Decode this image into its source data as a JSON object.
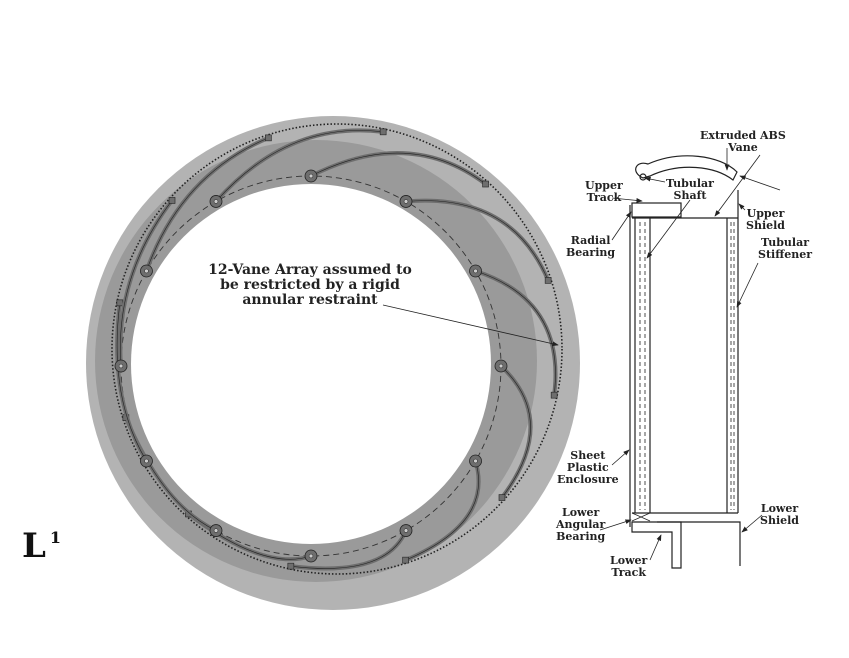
{
  "figure_label": {
    "letter": "L",
    "superscript": "1"
  },
  "ring": {
    "annotation": [
      "12-Vane Array assumed to",
      "be restricted by a rigid",
      "annular restraint"
    ],
    "vane_count": 12,
    "colors": {
      "outer": "#b3b3b3",
      "band": "#999999",
      "vane": "#6e6e6e"
    }
  },
  "section_labels": {
    "extruded_vane": [
      "Extruded ABS",
      "Vane"
    ],
    "upper_track": [
      "Upper",
      "Track"
    ],
    "tubular_shaft": [
      "Tubular",
      "Shaft"
    ],
    "upper_shield": [
      "Upper",
      "Shield"
    ],
    "radial_bearing": [
      "Radial",
      "Bearing"
    ],
    "tubular_stiffener": [
      "Tubular",
      "Stiffener"
    ],
    "sheet_enclosure": [
      "Sheet",
      "Plastic",
      "Enclosure"
    ],
    "lower_angular_bearing": [
      "Lower",
      "Angular",
      "Bearing"
    ],
    "lower_shield": [
      "Lower",
      "Shield"
    ],
    "lower_track": [
      "Lower",
      "Track"
    ]
  }
}
